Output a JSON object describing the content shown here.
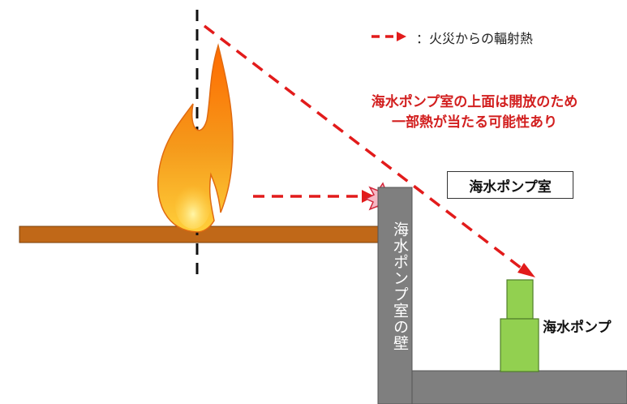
{
  "legend": {
    "arrow_icon": "red-dashed-arrow-icon",
    "text": "：火災からの輻射熱"
  },
  "note": {
    "line1": "海水ポンプ室の上面は開放のため",
    "line2": "一部熱が当たる可能性あり"
  },
  "room_label": "海水ポンプ室",
  "wall_label": "海水ポンプ室の壁",
  "pump_label": "海水ポンプ",
  "colors": {
    "heat_arrow": "#e21b1b",
    "ground": "#c06818",
    "wall": "#7f7f7f",
    "pump": "#92d050",
    "flame_outer": "#f08a12",
    "flame_inner": "#ffd34a",
    "note_text": "#d21f1f"
  }
}
